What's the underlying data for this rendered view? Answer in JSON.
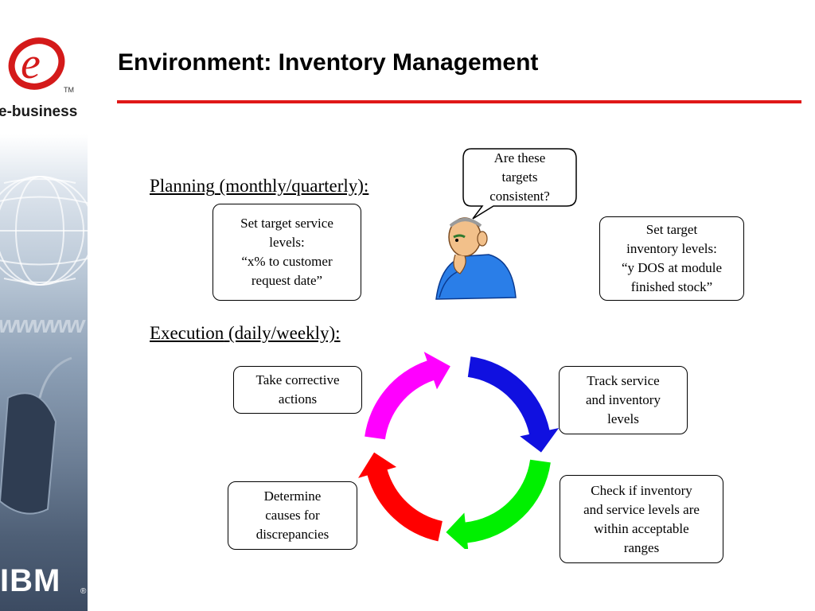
{
  "slide": {
    "title": "Environment: Inventory Management",
    "accent_color": "#e01818"
  },
  "sidebar": {
    "logo_icon": "e-business-logo",
    "logo_tm": "TM",
    "brand_text": "e-business",
    "decor_text": "wwwww",
    "company_logo": "IBM",
    "registered": "®"
  },
  "planning": {
    "heading_a": "Planning",
    "heading_b": "(monthly/quarterly):",
    "service_box": "Set target service\nlevels:\n“x% to customer\nrequest date”",
    "inventory_box": "Set target\ninventory levels:\n“y DOS at module\nfinished stock”",
    "speech_bubble": "Are these\ntargets\nconsistent?",
    "figure_icon": "thinking-man-icon"
  },
  "execution": {
    "heading_a": "Execution",
    "heading_b": "(daily/weekly):",
    "cycle_steps": [
      {
        "text": "Track service\nand inventory\nlevels",
        "arrow_color": "#1010e0"
      },
      {
        "text": "Check if inventory\nand service levels are\nwithin acceptable\nranges",
        "arrow_color": "#00f000"
      },
      {
        "text": "Determine\ncauses for\ndiscrepancies",
        "arrow_color": "#ff0000"
      },
      {
        "text": "Take corrective\nactions",
        "arrow_color": "#ff00ff"
      }
    ]
  }
}
